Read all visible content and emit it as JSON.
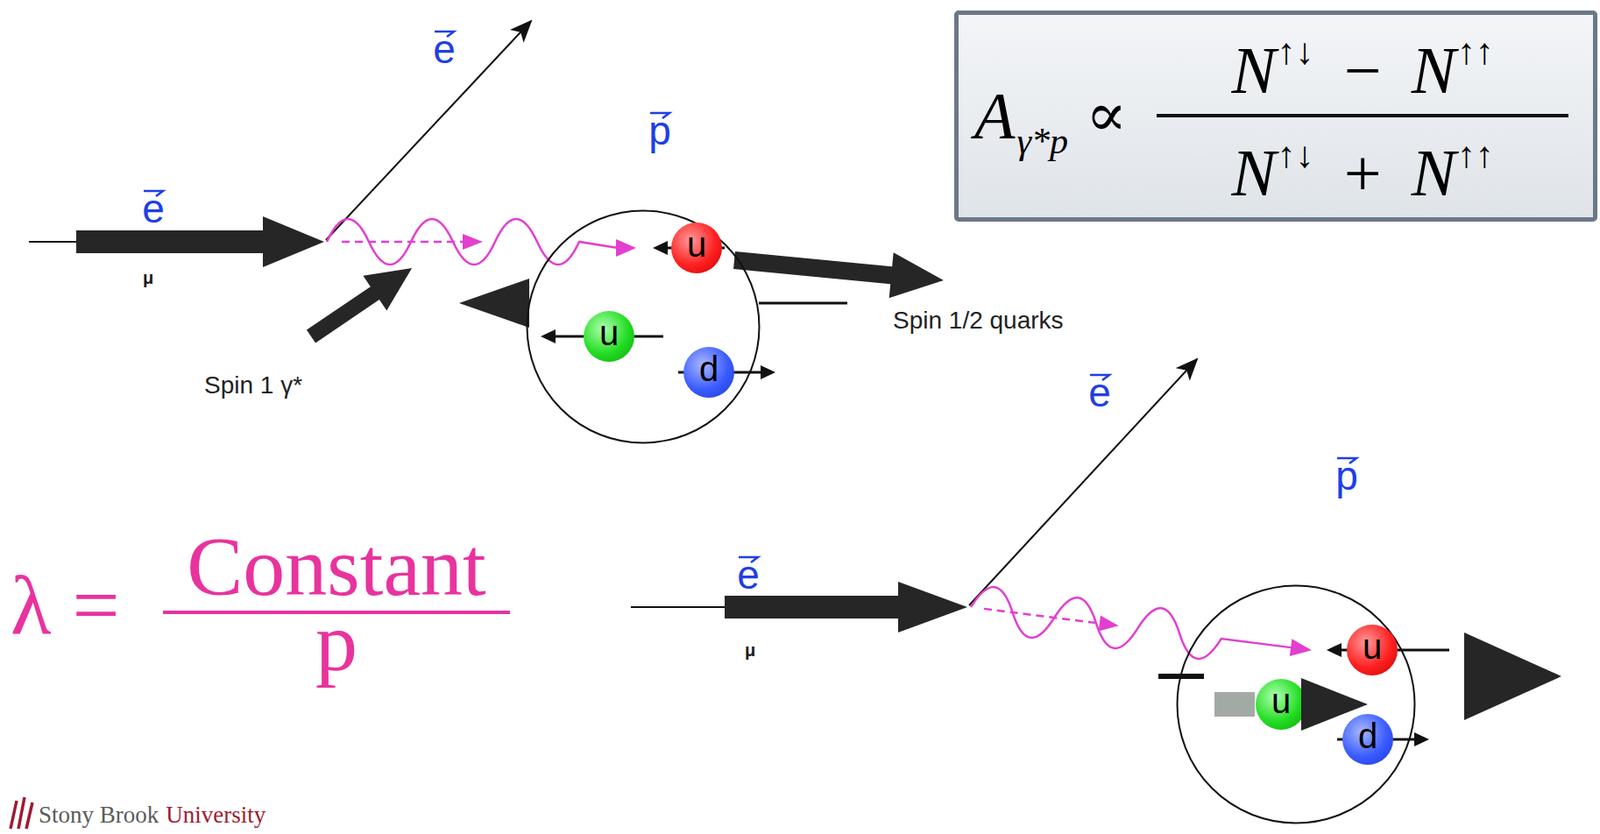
{
  "diagram": {
    "nodes": [
      {
        "text": [
          "p"
        ]
      },
      {
        "text": [
          "u"
        ],
        "in": 0
      },
      {
        "text": [
          "u"
        ],
        "in": 0
      },
      {
        "text": [
          "d"
        ],
        "in": 0
      },
      {
        "text": [
          "A",
          "γ*p",
          "∝",
          "N↑↓ − N↑↑",
          "N↑↓ + N↑↑"
        ]
      },
      {
        "text": [
          "p"
        ]
      },
      {
        "text": [
          "u"
        ],
        "in": 5
      },
      {
        "text": [
          "u"
        ],
        "in": 5
      },
      {
        "text": [
          "d"
        ],
        "in": 5
      }
    ],
    "labels": [
      "e",
      "μ",
      "e",
      "Spin 1 γ*",
      "Spin 1/2 quarks",
      "λ =",
      "Constant",
      "p",
      "e",
      "μ",
      "e",
      "Stony Brook",
      "University"
    ]
  }
}
